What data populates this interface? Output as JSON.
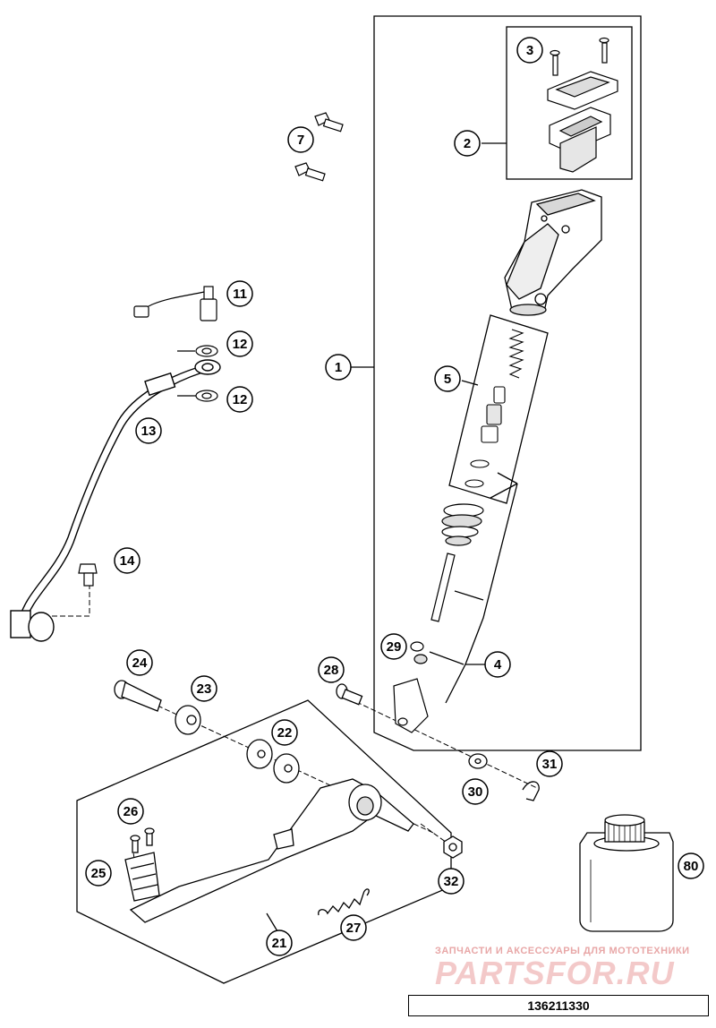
{
  "callouts": {
    "c1": "1",
    "c2": "2",
    "c3": "3",
    "c4": "4",
    "c5": "5",
    "c7": "7",
    "c11": "11",
    "c12a": "12",
    "c12b": "12",
    "c13": "13",
    "c14": "14",
    "c21": "21",
    "c22": "22",
    "c23": "23",
    "c24": "24",
    "c25": "25",
    "c26": "26",
    "c27": "27",
    "c28": "28",
    "c29": "29",
    "c30": "30",
    "c31": "31",
    "c32": "32",
    "c80": "80"
  },
  "watermark": {
    "tagline": "ЗАПЧАСТИ И АКСЕССУАРЫ ДЛЯ МОТОТЕХНИКИ",
    "logo": "PARTSFOR.RU"
  },
  "diagram_code": "136211330",
  "colors": {
    "line": "#000000",
    "watermark": "#e39a9a",
    "background": "#ffffff"
  }
}
